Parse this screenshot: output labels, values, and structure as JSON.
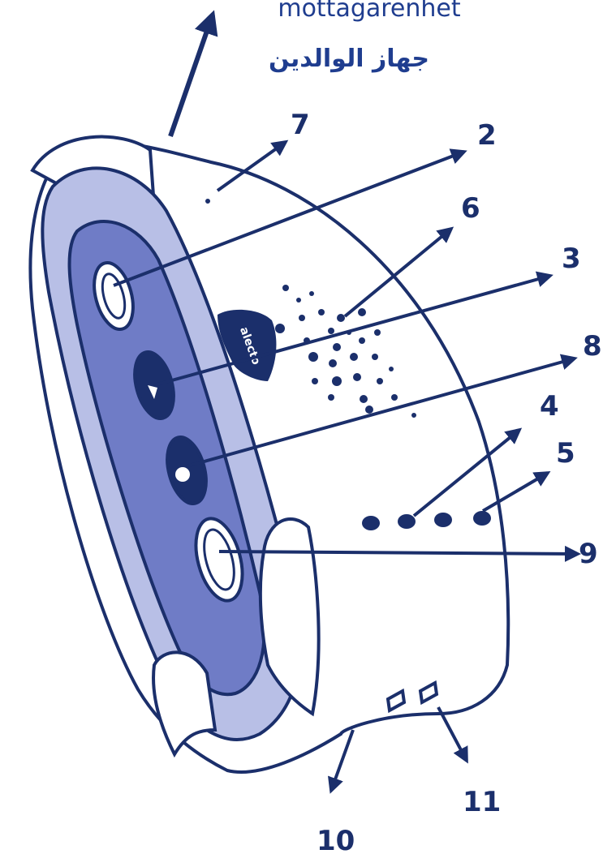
{
  "title": {
    "line1": "mottagarenhet",
    "line2": "جهاز الوالدين"
  },
  "brand_mark": "alecto",
  "callouts": [
    {
      "id": "7",
      "label": "7"
    },
    {
      "id": "2",
      "label": "2"
    },
    {
      "id": "6",
      "label": "6"
    },
    {
      "id": "3",
      "label": "3"
    },
    {
      "id": "8",
      "label": "8"
    },
    {
      "id": "4",
      "label": "4"
    },
    {
      "id": "5",
      "label": "5"
    },
    {
      "id": "9",
      "label": "9"
    },
    {
      "id": "10",
      "label": "10"
    },
    {
      "id": "11",
      "label": "11"
    }
  ],
  "colors": {
    "ink": "#1b2f6b",
    "panel_light": "#b8bfe6",
    "panel_mid": "#6f7cc6",
    "button_dark": "#1b2f6b"
  }
}
